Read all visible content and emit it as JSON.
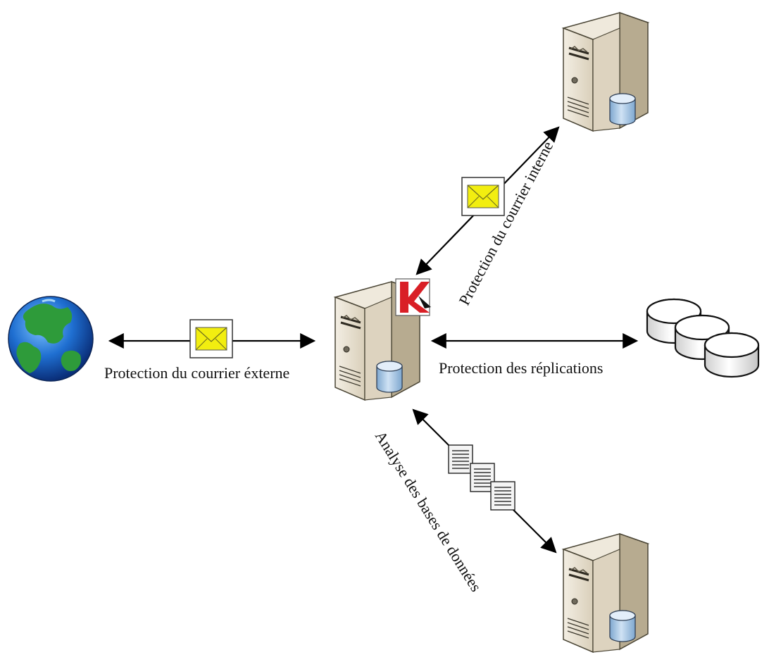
{
  "diagram": {
    "labels": {
      "external_mail": "Protection du courrier éxterne",
      "internal_mail": "Protection du courrier interne",
      "replications": "Protection des réplications",
      "databases": "Analyse des bases de données"
    },
    "nodes": {
      "internet": "globe-icon",
      "central_server": "server-icon",
      "mail_server": "server-icon",
      "db_server": "server-icon",
      "replication_storage": "database-icon",
      "badge": "kaspersky-k-icon"
    },
    "colors": {
      "envelope": "#f2ee10",
      "server_body": "#e4dccb",
      "server_side": "#b3a88f",
      "db_cylinder": "#a9c8e6",
      "logo_red": "#d91f26",
      "line": "#000000"
    }
  }
}
